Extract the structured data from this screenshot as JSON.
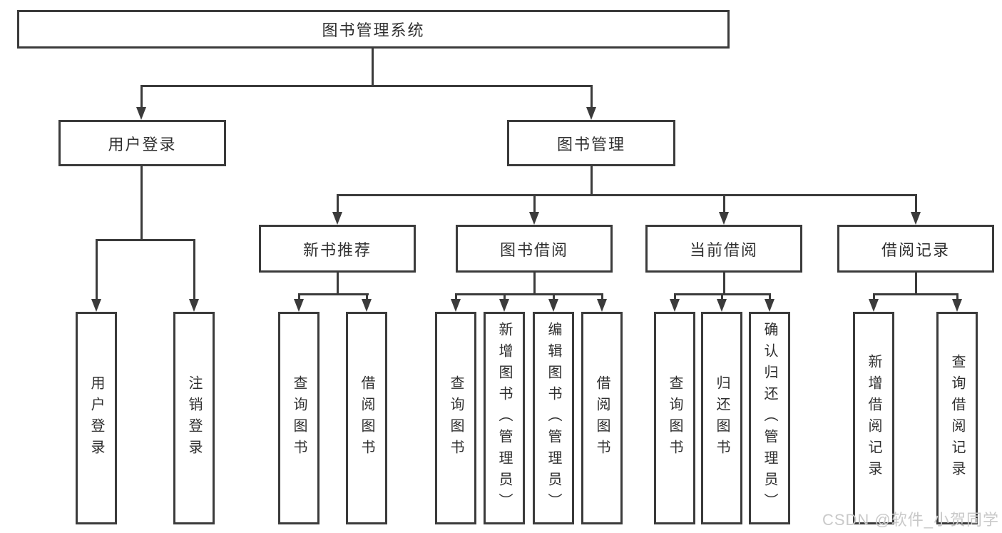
{
  "colors": {
    "line": "#3b3b3b",
    "text": "#2f2f2f",
    "watermark": "#c9c9c9",
    "box-bg": "#ffffff"
  },
  "watermark": {
    "text": "CSDN @软件_小贺同学"
  },
  "tree": {
    "label": "图书管理系统",
    "children": [
      {
        "label": "用户登录",
        "children": [
          {
            "label": "用户登录"
          },
          {
            "label": "注销登录"
          }
        ]
      },
      {
        "label": "图书管理",
        "children": [
          {
            "label": "新书推荐",
            "children": [
              {
                "label": "查询图书"
              },
              {
                "label": "借阅图书"
              }
            ]
          },
          {
            "label": "图书借阅",
            "children": [
              {
                "label": "查询图书"
              },
              {
                "label": "新增图书（管理员）"
              },
              {
                "label": "编辑图书（管理员）"
              },
              {
                "label": "借阅图书"
              }
            ]
          },
          {
            "label": "当前借阅",
            "children": [
              {
                "label": "查询图书"
              },
              {
                "label": "归还图书"
              },
              {
                "label": "确认归还（管理员）"
              }
            ]
          },
          {
            "label": "借阅记录",
            "children": [
              {
                "label": "新增借阅记录"
              },
              {
                "label": "查询借阅记录"
              }
            ]
          }
        ]
      }
    ]
  }
}
